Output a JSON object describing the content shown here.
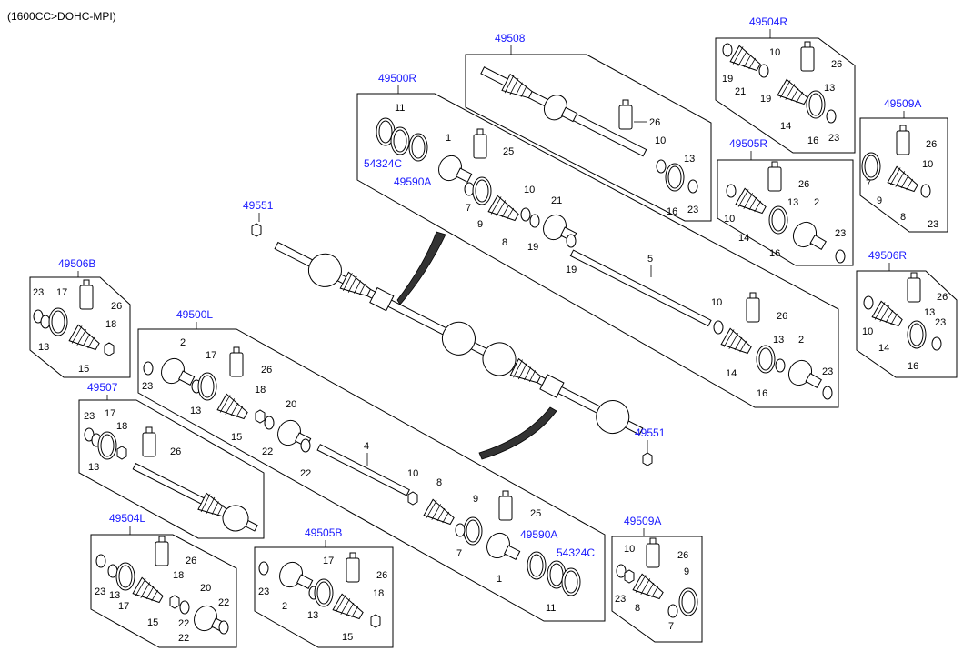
{
  "header": {
    "engine_label": "(1600CC>DOHC-MPI)"
  },
  "refs": {
    "r49508": "49508",
    "r49504R": "49504R",
    "r49500R": "49500R",
    "r49509A_top": "49509A",
    "r49505R": "49505R",
    "r49551_top": "49551",
    "r49506R": "49506R",
    "r49506B": "49506B",
    "r49500L": "49500L",
    "r49507": "49507",
    "r49551_bottom": "49551",
    "r49504L": "49504L",
    "r49505B": "49505B",
    "r49509A_bottom": "49509A",
    "r54324C_a": "54324C",
    "r49590A_a": "49590A",
    "r49590A_b": "49590A",
    "r54324C_b": "54324C"
  },
  "part_numbers": {
    "n1": "1",
    "n2": "2",
    "n4": "4",
    "n5": "5",
    "n7": "7",
    "n8": "8",
    "n9": "9",
    "n10": "10",
    "n11": "11",
    "n13": "13",
    "n14": "14",
    "n15": "15",
    "n16": "16",
    "n17": "17",
    "n18": "18",
    "n19": "19",
    "n20": "20",
    "n21": "21",
    "n22": "22",
    "n23": "23",
    "n25": "25",
    "n26": "26"
  }
}
